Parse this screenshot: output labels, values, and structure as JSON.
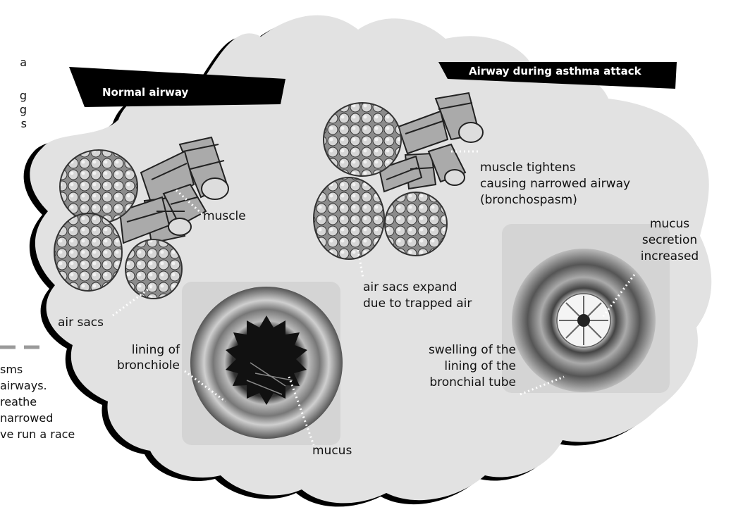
{
  "left_text_top": [
    "a",
    "",
    "g",
    "g",
    "s"
  ],
  "left_text_bottom": [
    "sms",
    "airways.",
    "reathe",
    "narrowed",
    "ve run a race"
  ],
  "banners": {
    "normal": "Normal airway",
    "asthma": "Airway during asthma attack"
  },
  "labels": {
    "muscle": "muscle",
    "air_sacs": "air sacs",
    "lining_of_bronchiole": [
      "lining of",
      "bronchiole"
    ],
    "mucus": "mucus",
    "muscle_tightens": [
      "muscle tightens",
      "causing narrowed airway",
      "(bronchospasm)"
    ],
    "air_sacs_expand": [
      "air sacs expand",
      "due to trapped air"
    ],
    "mucus_secretion": [
      "mucus",
      "secretion",
      "increased"
    ],
    "swelling": [
      "swelling of the",
      "lining of the",
      "bronchial tube"
    ]
  },
  "colors": {
    "cloud_fill": "#e2e2e2",
    "cloud_shadow": "#000000",
    "banner": "#000000",
    "leader_dots": "#ffffff",
    "dashed_rule": "#9a9a9a"
  }
}
